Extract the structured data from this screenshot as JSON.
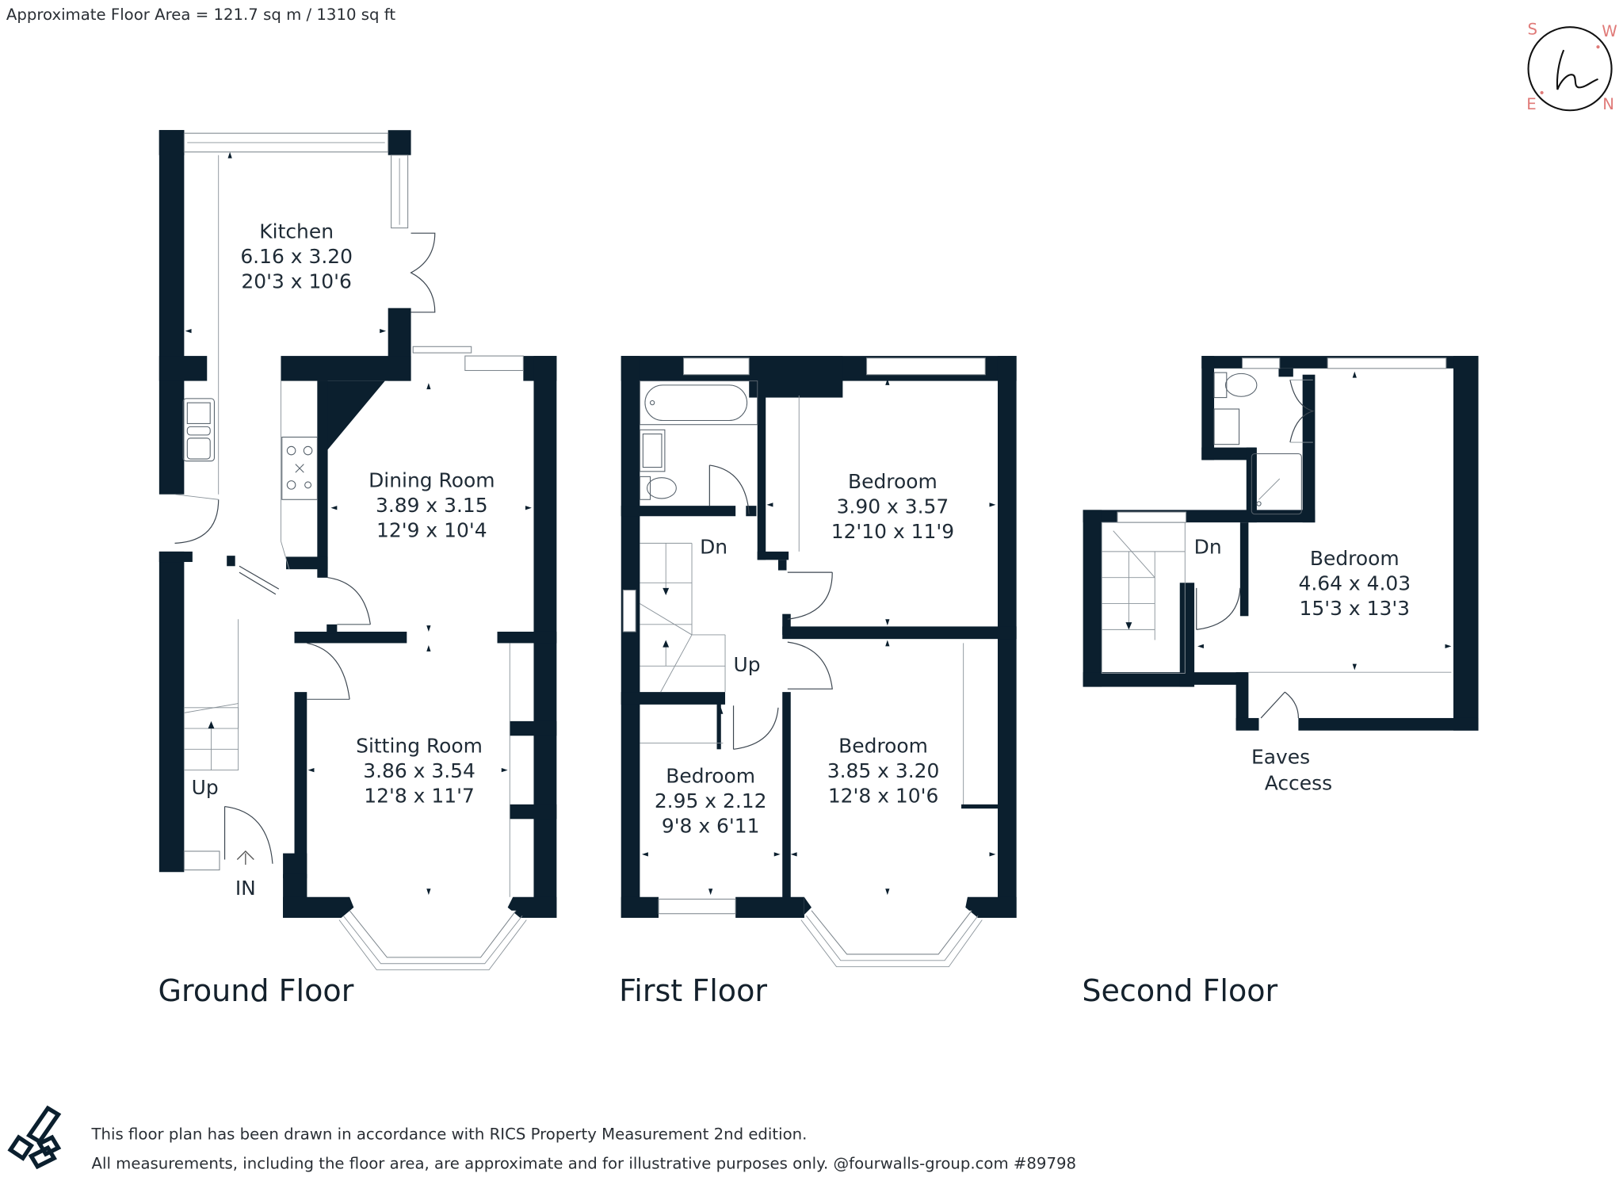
{
  "colors": {
    "wall": "#0b1f2e",
    "accent": "#e07a78",
    "text": "#1f2b36"
  },
  "header": {
    "floor_area": "Approximate Floor Area = 121.7 sq m / 1310 sq ft"
  },
  "compass": {
    "icon": "signature-h-compass-icon",
    "letters": {
      "top_left": "S",
      "top_right": "W",
      "bottom_left": "E",
      "bottom_right": "N"
    }
  },
  "floors": [
    {
      "title": "Ground Floor",
      "rooms": [
        {
          "name": "Kitchen",
          "metric": "6.16 x 3.20",
          "imperial": "20'3 x 10'6"
        },
        {
          "name": "Dining Room",
          "metric": "3.89 x 3.15",
          "imperial": "12'9 x 10'4"
        },
        {
          "name": "Sitting Room",
          "metric": "3.86 x 3.54",
          "imperial": "12'8 x 11'7"
        }
      ],
      "labels": {
        "stairs": "Up",
        "entrance": "IN"
      }
    },
    {
      "title": "First Floor",
      "rooms": [
        {
          "name": "Bedroom",
          "metric": "3.90 x 3.57",
          "imperial": "12'10 x 11'9"
        },
        {
          "name": "Bedroom",
          "metric": "2.95 x 2.12",
          "imperial": "9'8 x 6'11"
        },
        {
          "name": "Bedroom",
          "metric": "3.85 x 3.20",
          "imperial": "12'8 x 10'6"
        }
      ],
      "labels": {
        "stairs_down": "Dn",
        "stairs_up": "Up"
      }
    },
    {
      "title": "Second Floor",
      "rooms": [
        {
          "name": "Bedroom",
          "metric": "4.64 x 4.03",
          "imperial": "15'3 x 13'3"
        }
      ],
      "labels": {
        "stairs_down": "Dn",
        "eaves_line1": "Eaves",
        "eaves_line2": "Access"
      }
    }
  ],
  "footer": {
    "logo": "fourwalls-logo-icon",
    "line1": "This floor plan has been drawn in accordance with RICS Property Measurement 2nd edition.",
    "line2": "All measurements, including the floor area, are approximate and for illustrative purposes only. @fourwalls-group.com #89798"
  }
}
